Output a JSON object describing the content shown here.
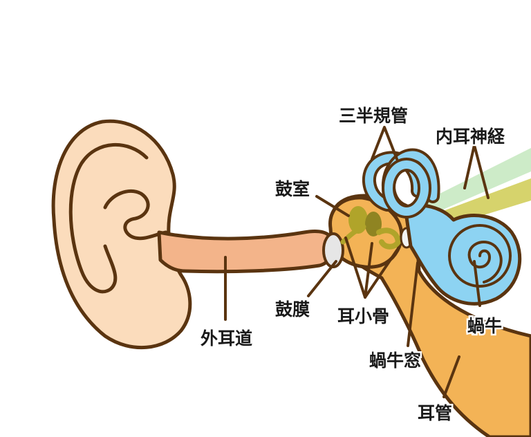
{
  "labels": {
    "semicircular_canals": "三半規管",
    "inner_ear_nerve": "内耳神経",
    "tympanic_cavity": "鼓室",
    "eardrum": "鼓膜",
    "ossicles": "耳小骨",
    "external_auditory_canal": "外耳道",
    "cochlea": "蝸牛",
    "round_window": "蝸牛窓",
    "eustachian_tube": "耳管"
  },
  "colors": {
    "skin": "#fbdcbc",
    "ear_canal": "#f3b48a",
    "bone": "#f3b356",
    "inner_ear": "#8dd3f2",
    "ossicles": "#b0a42a",
    "nerve_green": "#cdebc8",
    "nerve_yellow": "#d6d36c",
    "eardrum": "#e6e6e6",
    "outline": "#5a3410"
  }
}
